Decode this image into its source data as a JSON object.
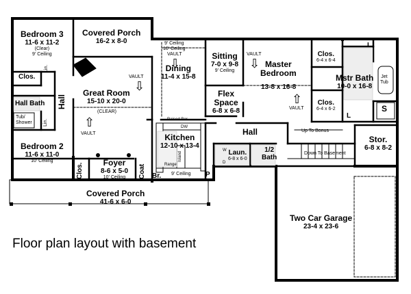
{
  "caption": "Floor plan layout with basement",
  "rooms": {
    "bedroom3": {
      "name": "Bedroom 3",
      "dims": "11-6 x 11-2",
      "note1": "(Clear)",
      "note2": "9' Ceiling"
    },
    "covered_porch_top": {
      "name": "Covered Porch",
      "dims": "16-2 x 8-0"
    },
    "dining": {
      "name": "Dining",
      "dims": "11-4 x 15-8",
      "note1": "9' Ceiling",
      "note2": "10' Ceiling"
    },
    "sitting": {
      "name": "Sitting",
      "dims": "7-0 x 9-8",
      "note1": "9' Ceiling"
    },
    "master_bedroom": {
      "name": "Master",
      "name2": "Bedroom",
      "dims": "13-8 x 16-8",
      "vault": "VAULT"
    },
    "clos_master1": {
      "name": "Clos.",
      "dims": "6-4 x 6-4"
    },
    "clos_master2": {
      "name": "Clos.",
      "dims": "6-4 x 6-2"
    },
    "mstr_bath": {
      "name": "Mstr Bath",
      "dims": "10-0 x 16-8"
    },
    "great_room": {
      "name": "Great Room",
      "dims": "15-10 x 20-0",
      "note1": "(CLEAR)",
      "vault": "VAULT"
    },
    "flex_space": {
      "name": "Flex",
      "name2": "Space",
      "dims": "6-8 x 6-8"
    },
    "clos_bed3": {
      "name": "Clos."
    },
    "hall_left": {
      "name": "Hall"
    },
    "hall_bath": {
      "name": "Hall Bath"
    },
    "hall_center": {
      "name": "Hall"
    },
    "kitchen": {
      "name": "Kitchen",
      "dims": "12-10 x 13-4",
      "raised_bar": "Raised Bar",
      "island": "Island",
      "range": "Range",
      "dw": "DW",
      "pantry": "P",
      "ceiling": "9' Ceiling"
    },
    "up_to_bonus": {
      "name": "Up To Bonus"
    },
    "down_to_basement": {
      "name": "Down To Basement"
    },
    "storage": {
      "name": "Stor.",
      "dims": "6-8 x 8-2"
    },
    "bedroom2": {
      "name": "Bedroom 2",
      "dims": "11-6 x 11-0",
      "note1": "10' Ceiling"
    },
    "clos_bed2": {
      "name": "Clos."
    },
    "foyer": {
      "name": "Foyer",
      "dims": "8-6 x 5-0",
      "note1": "10' Ceiling"
    },
    "coat": {
      "name": "Coat"
    },
    "br": {
      "name": "Br."
    },
    "laundry": {
      "name": "Laun.",
      "dims": "6-8 x 6-0",
      "w": "W",
      "d": "D"
    },
    "half_bath": {
      "name": "1/2",
      "name2": "Bath"
    },
    "covered_porch_front": {
      "name": "Covered Porch",
      "dims": "41-6 x 6-0"
    },
    "garage": {
      "name": "Two Car Garage",
      "dims": "23-4 x 23-6"
    },
    "tub_shower": {
      "name": "Tub/",
      "name2": "Shower"
    },
    "lin1": {
      "name": "Lin."
    },
    "lin2": {
      "name": "Lin."
    },
    "jet_tub": {
      "name": "Jet",
      "name2": "Tub"
    },
    "shower_s": {
      "name": "S"
    },
    "lin_l1": {
      "name": "L"
    },
    "lin_l2": {
      "name": "L"
    },
    "vault_great": "VAULT",
    "vault_dining": "VAULT",
    "vault_master": "VAULT"
  }
}
